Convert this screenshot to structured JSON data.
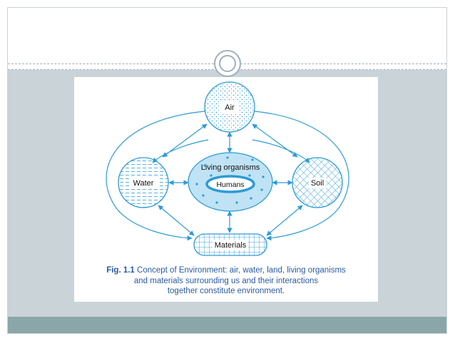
{
  "diagram": {
    "nodes": {
      "air": "Air",
      "water": "Water",
      "soil": "Soil",
      "living": "Living organisms",
      "humans": "Humans",
      "materials": "Materials"
    }
  },
  "caption": {
    "label": "Fig. 1.1",
    "line1": "Concept of Environment: air, water, land, living organisms",
    "line2": "and materials surrounding us and their interactions",
    "line3": "together constitute environment."
  },
  "colors": {
    "slide_background": "#c9d3d8",
    "footer_bar": "#8aa6a8",
    "diagram_blue": "#2e9bd6",
    "light_fill": "#bfe3f5",
    "caption_text": "#2a5aa0"
  }
}
